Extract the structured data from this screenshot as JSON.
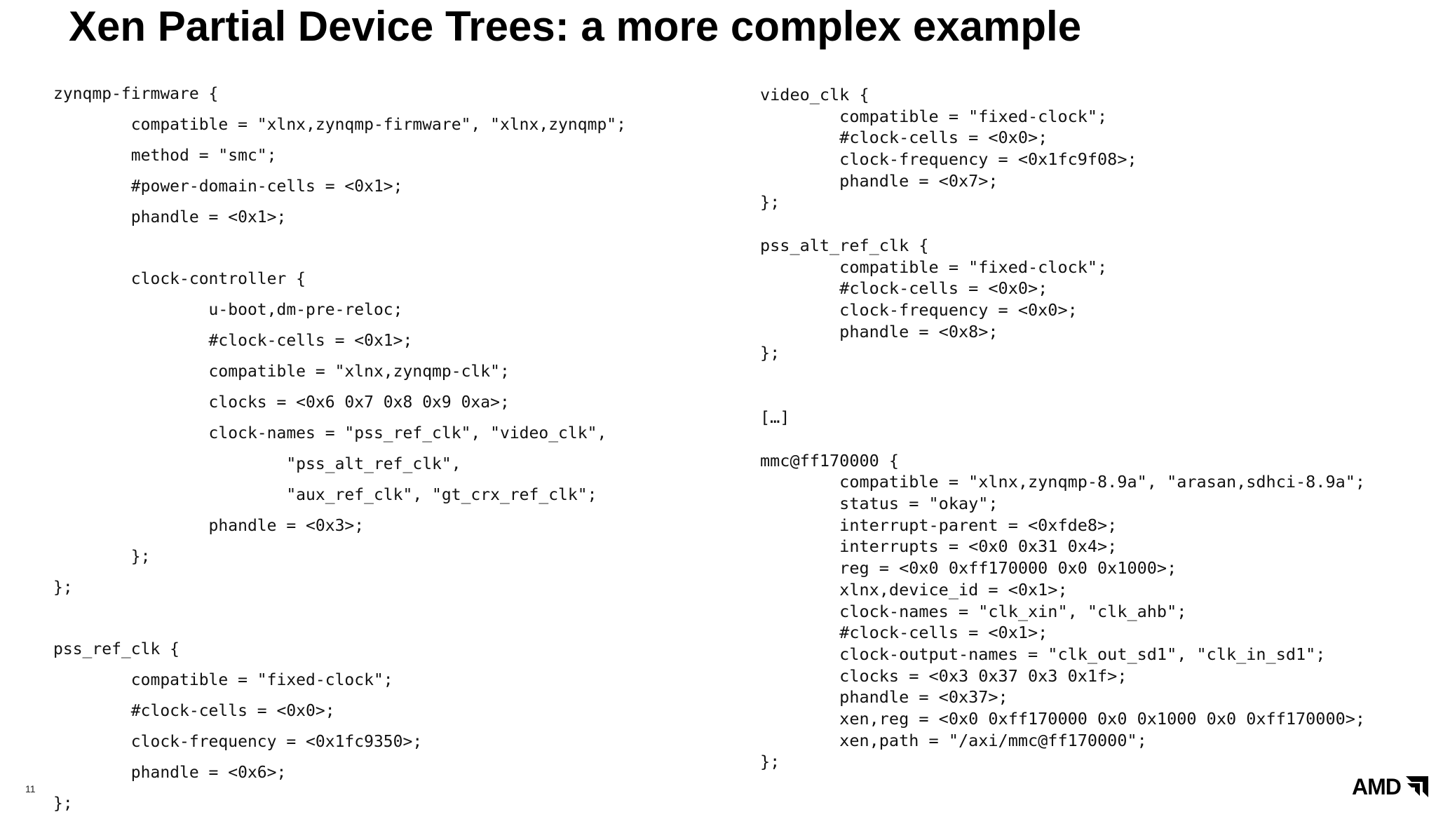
{
  "slide": {
    "title": "Xen Partial Device Trees: a more complex example",
    "page_number": "11",
    "logo_text": "AMD",
    "logo_mark_icon": "amd-arrow-icon"
  },
  "left_code": [
    "zynqmp-firmware {",
    "        compatible = \"xlnx,zynqmp-firmware\", \"xlnx,zynqmp\";",
    "        method = \"smc\";",
    "        #power-domain-cells = <0x1>;",
    "        phandle = <0x1>;",
    "",
    "        clock-controller {",
    "                u-boot,dm-pre-reloc;",
    "                #clock-cells = <0x1>;",
    "                compatible = \"xlnx,zynqmp-clk\";",
    "                clocks = <0x6 0x7 0x8 0x9 0xa>;",
    "                clock-names = \"pss_ref_clk\", \"video_clk\",",
    "                        \"pss_alt_ref_clk\",",
    "                        \"aux_ref_clk\", \"gt_crx_ref_clk\";",
    "                phandle = <0x3>;",
    "        };",
    "};",
    "",
    "pss_ref_clk {",
    "        compatible = \"fixed-clock\";",
    "        #clock-cells = <0x0>;",
    "        clock-frequency = <0x1fc9350>;",
    "        phandle = <0x6>;",
    "};"
  ],
  "right_code": [
    "video_clk {",
    "        compatible = \"fixed-clock\";",
    "        #clock-cells = <0x0>;",
    "        clock-frequency = <0x1fc9f08>;",
    "        phandle = <0x7>;",
    "};",
    "",
    "pss_alt_ref_clk {",
    "        compatible = \"fixed-clock\";",
    "        #clock-cells = <0x0>;",
    "        clock-frequency = <0x0>;",
    "        phandle = <0x8>;",
    "};",
    "",
    "",
    "[…]",
    "",
    "mmc@ff170000 {",
    "        compatible = \"xlnx,zynqmp-8.9a\", \"arasan,sdhci-8.9a\";",
    "        status = \"okay\";",
    "        interrupt-parent = <0xfde8>;",
    "        interrupts = <0x0 0x31 0x4>;",
    "        reg = <0x0 0xff170000 0x0 0x1000>;",
    "        xlnx,device_id = <0x1>;",
    "        clock-names = \"clk_xin\", \"clk_ahb\";",
    "        #clock-cells = <0x1>;",
    "        clock-output-names = \"clk_out_sd1\", \"clk_in_sd1\";",
    "        clocks = <0x3 0x37 0x3 0x1f>;",
    "        phandle = <0x37>;",
    "        xen,reg = <0x0 0xff170000 0x0 0x1000 0x0 0xff170000>;",
    "        xen,path = \"/axi/mmc@ff170000\";",
    "};"
  ]
}
